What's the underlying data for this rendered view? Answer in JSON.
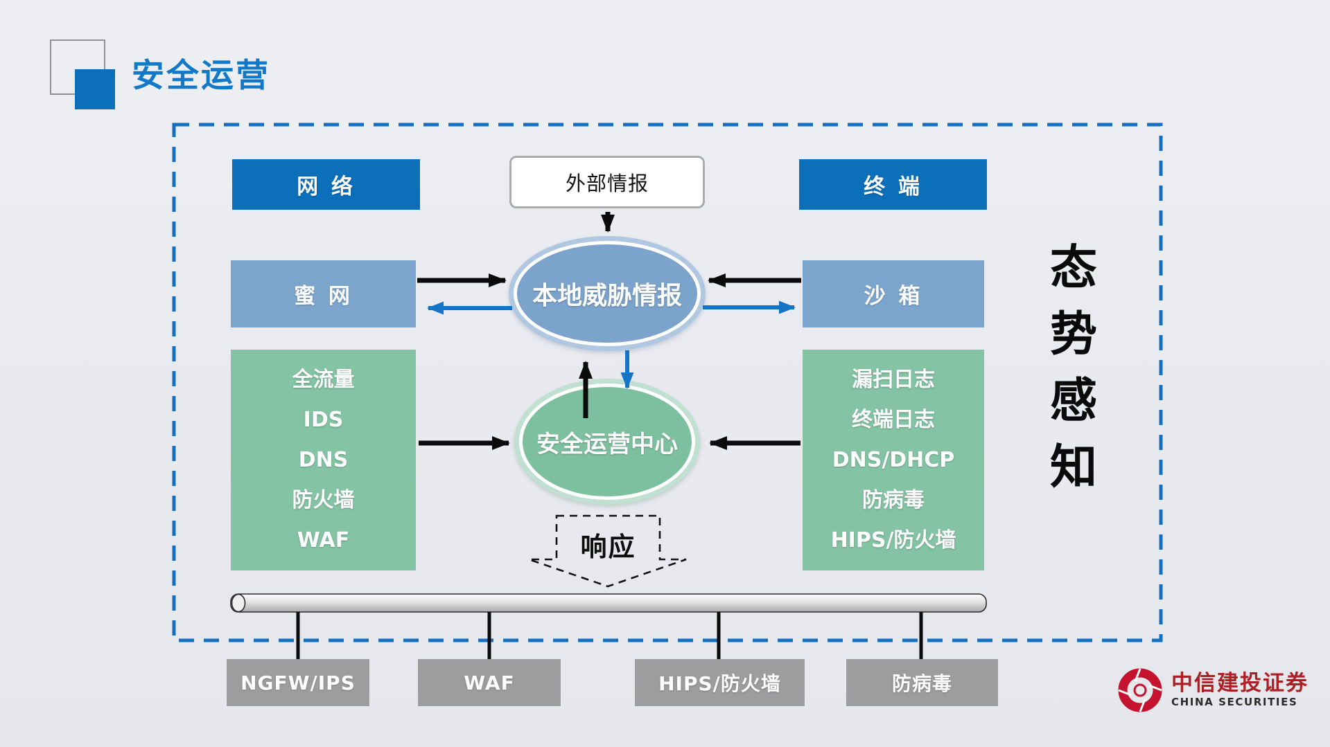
{
  "title": "安全运营",
  "zones": {
    "network": "网 络",
    "external_intel": "外部情报",
    "terminal": "终 端"
  },
  "nodes": {
    "honeynet": "蜜 网",
    "local_threat_intel": "本地威胁情报",
    "sandbox": "沙 箱",
    "soc": "安全运营中心",
    "response": "响应"
  },
  "network_sources": [
    "全流量",
    "IDS",
    "DNS",
    "防火墙",
    "WAF"
  ],
  "terminal_sources": [
    "漏扫日志",
    "终端日志",
    "DNS/DHCP",
    "防病毒",
    "HIPS/防火墙"
  ],
  "bottom_devices": [
    "NGFW/IPS",
    "WAF",
    "HIPS/防火墙",
    "防病毒"
  ],
  "side_label": {
    "text": "态势感知",
    "chars": [
      "态",
      "势",
      "感",
      "知"
    ]
  },
  "logo": {
    "company": "中信建投证券",
    "company_en": "CHINA SECURITIES"
  },
  "colors": {
    "title_blue": "#1278C8",
    "primary_blue": "#0B6FBA",
    "light_blue": "#7CA5CE",
    "ellipse_blue": "#7BA3CC",
    "green": "#84C3A4",
    "ellipse_green": "#7DC09F",
    "arrow_blue": "#1474C8",
    "arrow_black": "#0B0B0B",
    "dash_border_blue": "#146FBE",
    "gray_device_box": "#9D9DA0",
    "logo_red": "#C4122F",
    "background": "#E8EAEF"
  }
}
